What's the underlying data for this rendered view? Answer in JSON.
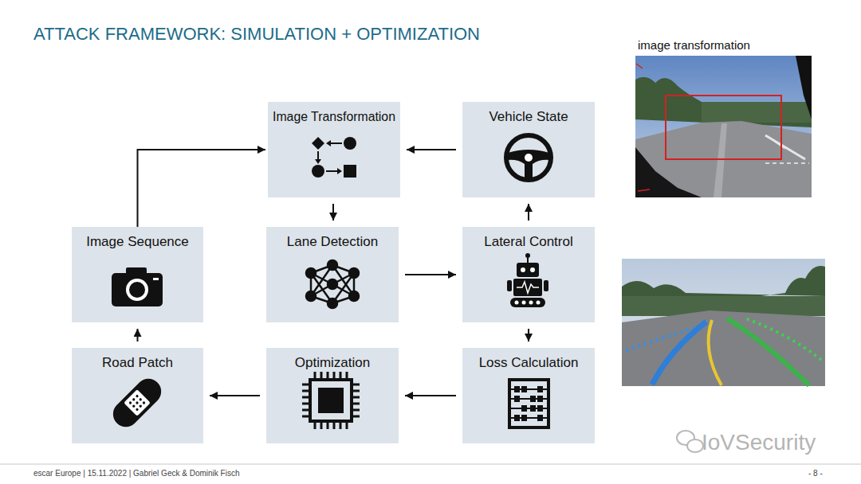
{
  "diagram": {
    "title": "ATTACK FRAMEWORK: SIMULATION + OPTIMIZATION",
    "nodes": [
      {
        "text": [
          "Image Transformation"
        ]
      },
      {
        "text": [
          "Vehicle State"
        ]
      },
      {
        "text": [
          "Image Sequence"
        ]
      },
      {
        "text": [
          "Lane Detection"
        ]
      },
      {
        "text": [
          "Lateral Control"
        ]
      },
      {
        "text": [
          "Road Patch"
        ]
      },
      {
        "text": [
          "Optimization"
        ]
      },
      {
        "text": [
          "Loss Calculation"
        ]
      }
    ],
    "edges": [
      {
        "from": 1,
        "to": 0,
        "arrow": "to"
      },
      {
        "from": 0,
        "to": 3,
        "arrow": "to"
      },
      {
        "from": 3,
        "to": 4,
        "arrow": "to"
      },
      {
        "from": 4,
        "to": 1,
        "arrow": "to"
      },
      {
        "from": 4,
        "to": 7,
        "arrow": "to"
      },
      {
        "from": 7,
        "to": 6,
        "arrow": "to"
      },
      {
        "from": 6,
        "to": 5,
        "arrow": "to"
      },
      {
        "from": 5,
        "to": 2,
        "arrow": "to"
      },
      {
        "from": 2,
        "to": 0,
        "arrow": "to"
      }
    ],
    "labels": [
      "image transformation",
      "escar Europe | 15.11.2022 | Gabriel Geck & Dominik Fisch",
      "- 8 -",
      "IoVSecurity"
    ]
  }
}
